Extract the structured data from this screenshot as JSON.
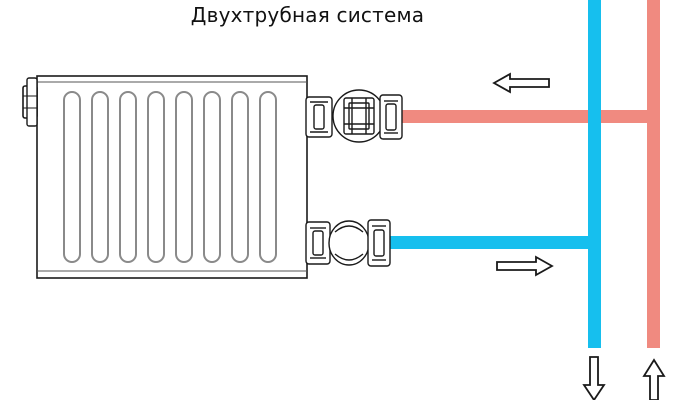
{
  "diagram": {
    "title": "Двухтрубная система"
  },
  "colors": {
    "supply_hot": "#f08a80",
    "return_cold": "#16bfee",
    "outline": "#1a1a1a",
    "radiator_fill": "#ffffff",
    "section_stroke": "#8a8a8a"
  },
  "flow": {
    "supply_arrow": "arrow-left",
    "return_arrow": "arrow-right",
    "riser_return_arrow": "arrow-down",
    "riser_supply_arrow": "arrow-up"
  }
}
